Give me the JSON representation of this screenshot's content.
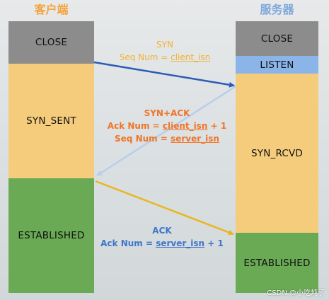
{
  "headers": {
    "client": "客户端",
    "server": "服务器"
  },
  "client_states": {
    "close": "CLOSE",
    "syn_sent": "SYN_SENT",
    "established": "ESTABLISHED"
  },
  "server_states": {
    "close": "CLOSE",
    "listen": "LISTEN",
    "syn_rcvd": "SYN_RCVD",
    "established": "ESTABLISHED"
  },
  "messages": {
    "syn": {
      "line1": "SYN",
      "line2": "Seq Num = client_isn"
    },
    "syn_ack": {
      "line1": "SYN+ACK",
      "line2": "Ack Num = client_isn + 1",
      "line3": "Seq Num = server_isn"
    },
    "ack": {
      "line1": "ACK",
      "line2": "Ack Num = server_isn + 1"
    }
  },
  "colors": {
    "header_client": "#f4a23a",
    "header_server": "#7ea7d8",
    "close_gray": "#8c8c8c",
    "listen_blue": "#8bb4e8",
    "syn_yellow": "#f4cc7c",
    "established_green": "#6aaa55",
    "syn_text": "#f2b233",
    "syn_ack_text": "#f07428",
    "ack_text": "#3f76c7",
    "arrow_syn": "#2d5bb5",
    "arrow_syn_ack": "#b9cdec",
    "arrow_ack": "#e9b61a"
  },
  "watermark": "CSDN @小吃炖了"
}
